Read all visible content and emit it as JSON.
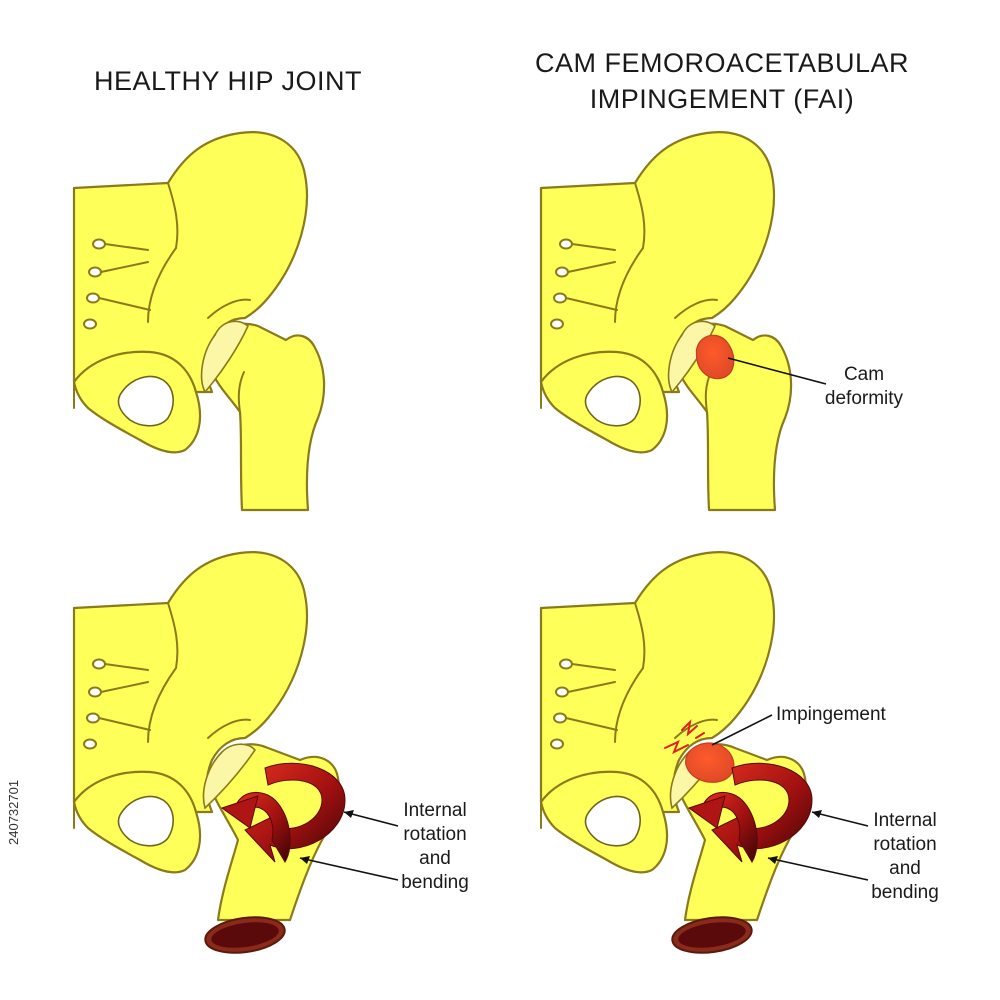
{
  "titles": {
    "healthy": "HEALTHY HIP JOINT",
    "fai_line1": "CAM FEMOROACETABULAR",
    "fai_line2": "IMPINGEMENT (FAI)"
  },
  "labels": {
    "cam_line1": "Cam",
    "cam_line2": "deformity",
    "impingement": "Impingement",
    "rotation_line1": "Internal",
    "rotation_line2": "rotation",
    "rotation_line3": "and",
    "rotation_line4": "bending"
  },
  "watermark": "240732701",
  "colors": {
    "bone": "#ffff5a",
    "bone_outline": "#8a7a1a",
    "cartilage": "#fbf7a6",
    "deformity": "#ee5a2a",
    "arrow": "#a01010",
    "marrow": "#5a0a0a"
  }
}
